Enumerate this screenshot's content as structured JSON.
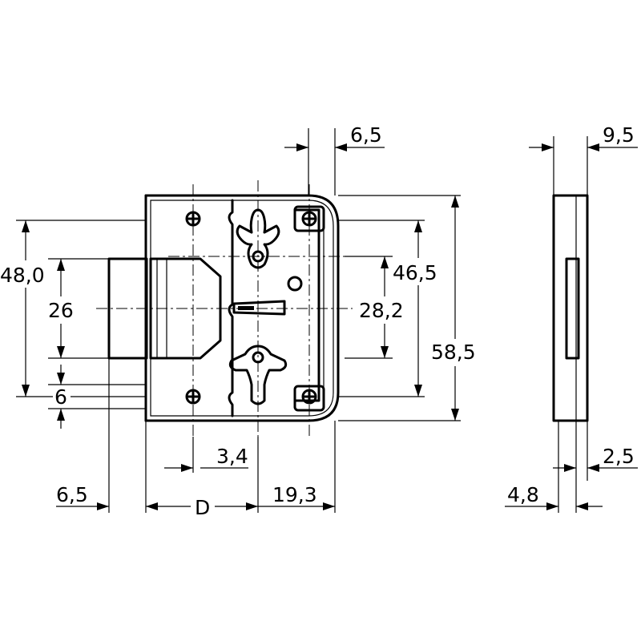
{
  "drawing": {
    "front_view": {
      "dimensions": {
        "top_offset": "6,5",
        "height_outer": "48,0",
        "bolt_height": "26",
        "bottom_offset": "6",
        "key_spacing": "46,5",
        "hole_spacing": "28,2",
        "total_height": "58,5",
        "screw_offset": "3,4",
        "bolt_projection": "6,5",
        "backset": "D",
        "case_width": "19,3"
      }
    },
    "side_view": {
      "dimensions": {
        "top_width": "9,5",
        "plate": "2,5",
        "depth": "4,8"
      }
    }
  }
}
